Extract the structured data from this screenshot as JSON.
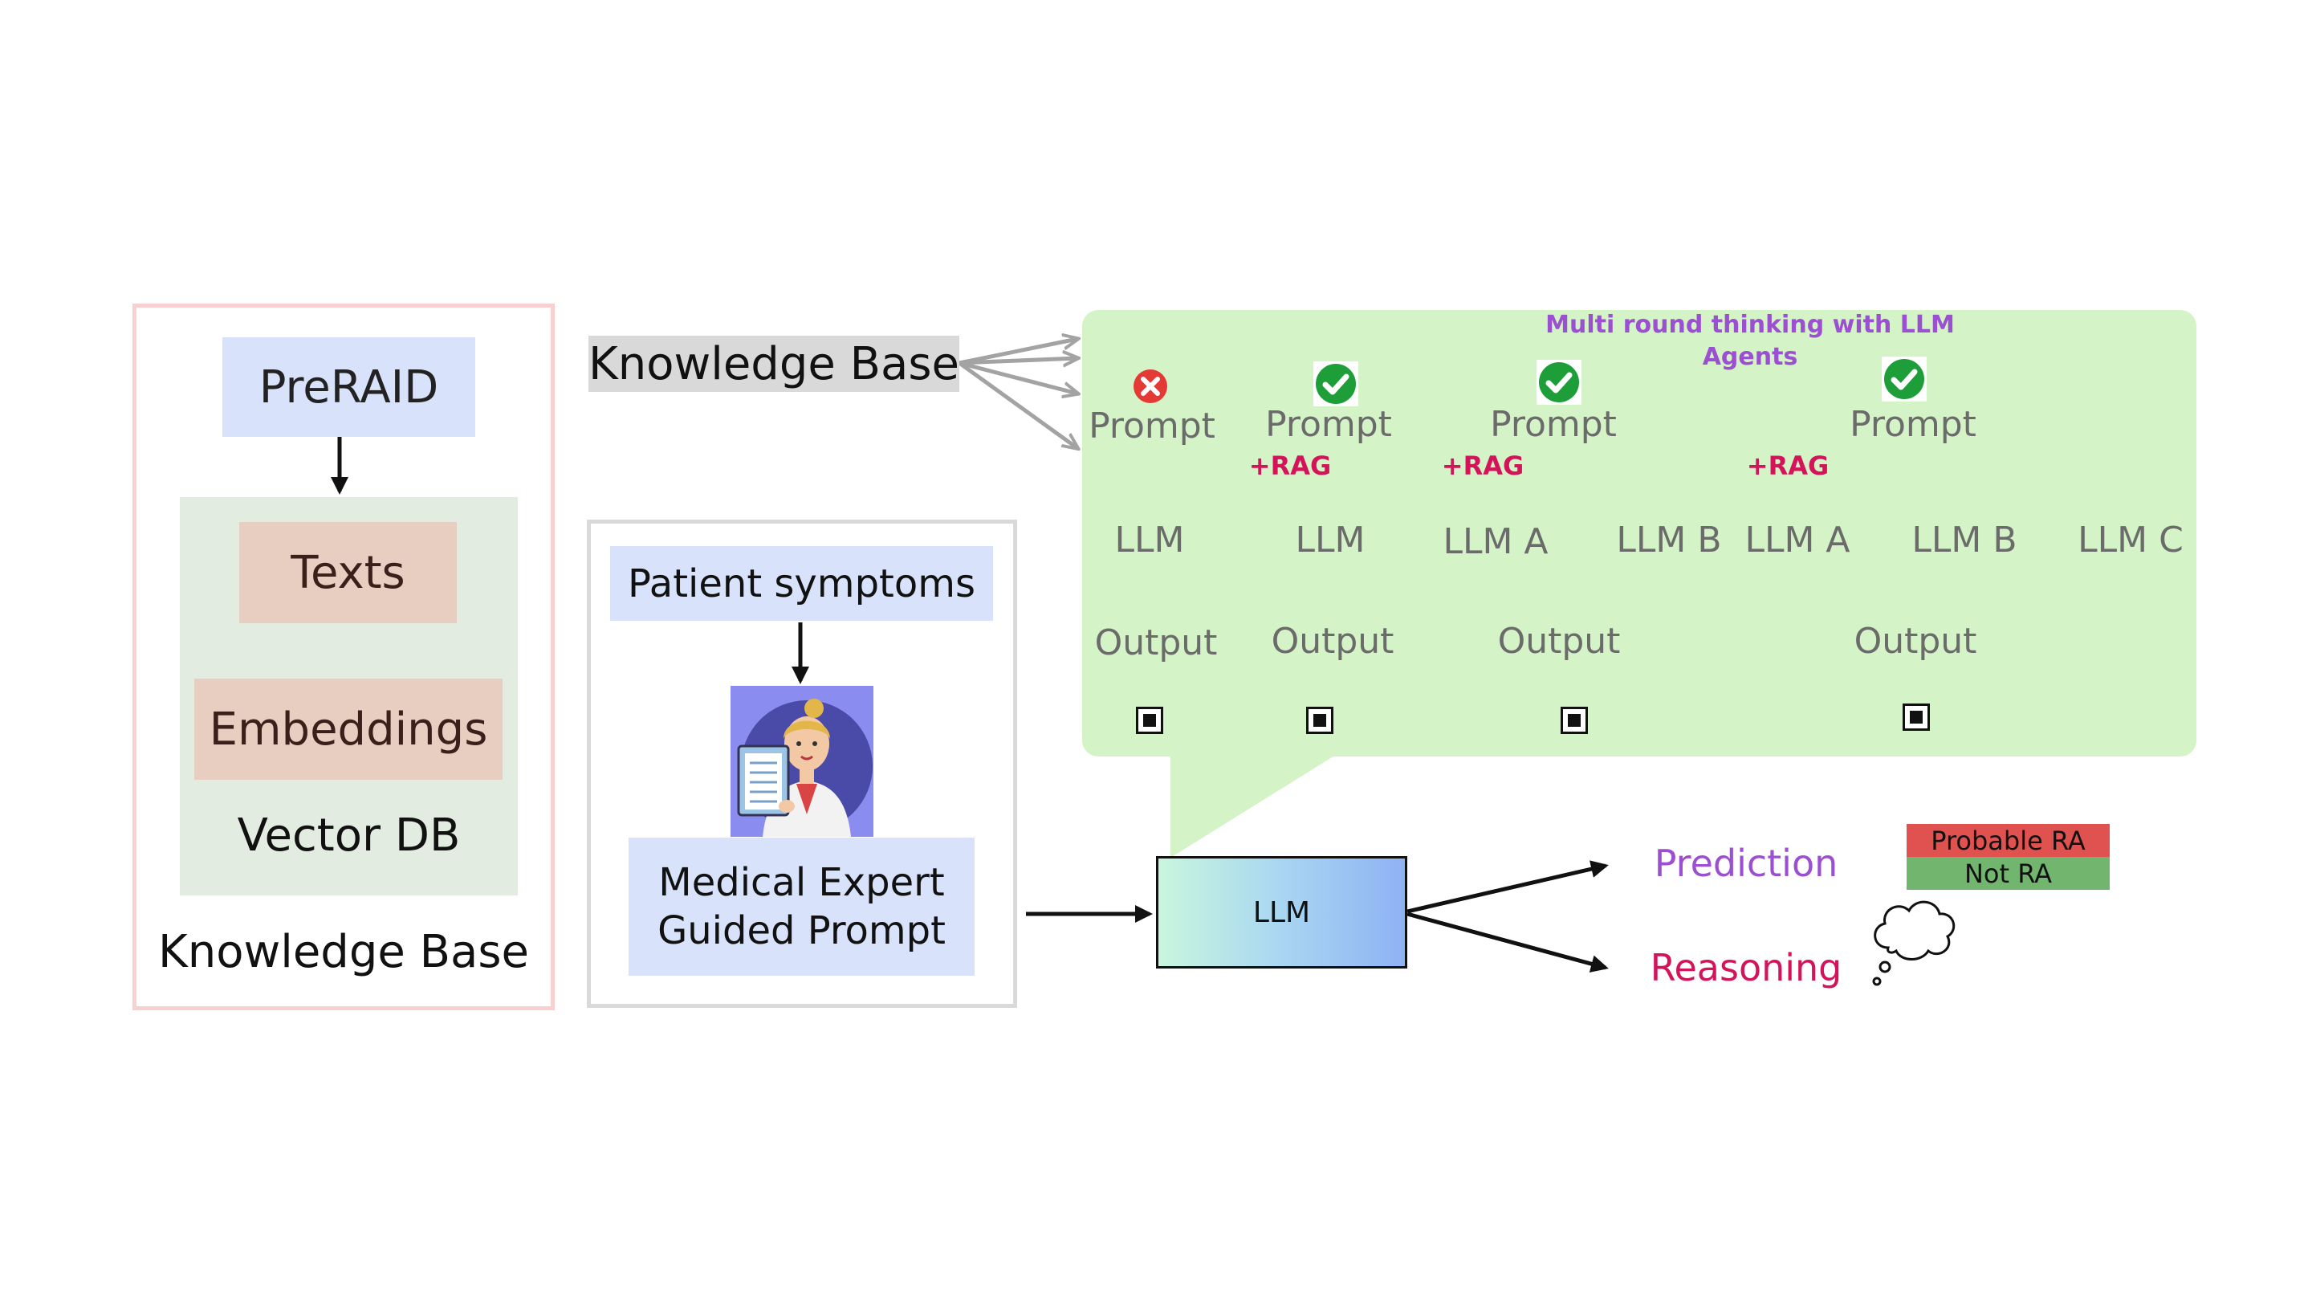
{
  "knowledge_base_panel": {
    "source": "PreRAID",
    "texts": "Texts",
    "embeddings": "Embeddings",
    "vector_db": "Vector DB",
    "label": "Knowledge Base"
  },
  "knowledge_base_tag": "Knowledge Base",
  "expert_panel": {
    "symptoms": "Patient symptoms",
    "guided_prompt_line1": "Medical Expert",
    "guided_prompt_line2": "Guided Prompt"
  },
  "agents_panel": {
    "title_line1": "Multi round thinking with LLM",
    "title_line2": "Agents",
    "columns": [
      {
        "status": "fail",
        "prompt": "Prompt",
        "rag": "",
        "llms": [
          "LLM"
        ],
        "output": "Output"
      },
      {
        "status": "pass",
        "prompt": "Prompt",
        "rag": "+RAG",
        "llms": [
          "LLM"
        ],
        "output": "Output"
      },
      {
        "status": "pass",
        "prompt": "Prompt",
        "rag": "+RAG",
        "llms": [
          "LLM A",
          "LLM B"
        ],
        "output": "Output"
      },
      {
        "status": "pass",
        "prompt": "Prompt",
        "rag": "+RAG",
        "llms": [
          "LLM A",
          "LLM B",
          "LLM C"
        ],
        "output": "Output"
      }
    ]
  },
  "main_llm": "LLM",
  "outputs": {
    "prediction": "Prediction",
    "reasoning": "Reasoning",
    "labels": [
      "Probable RA",
      "Not RA"
    ]
  },
  "colors": {
    "green_panel": "#d4f3c6",
    "rag": "#d4145a",
    "prediction": "#9b4fd1",
    "probable_ra": "#e0524f",
    "not_ra": "#72b56e"
  }
}
